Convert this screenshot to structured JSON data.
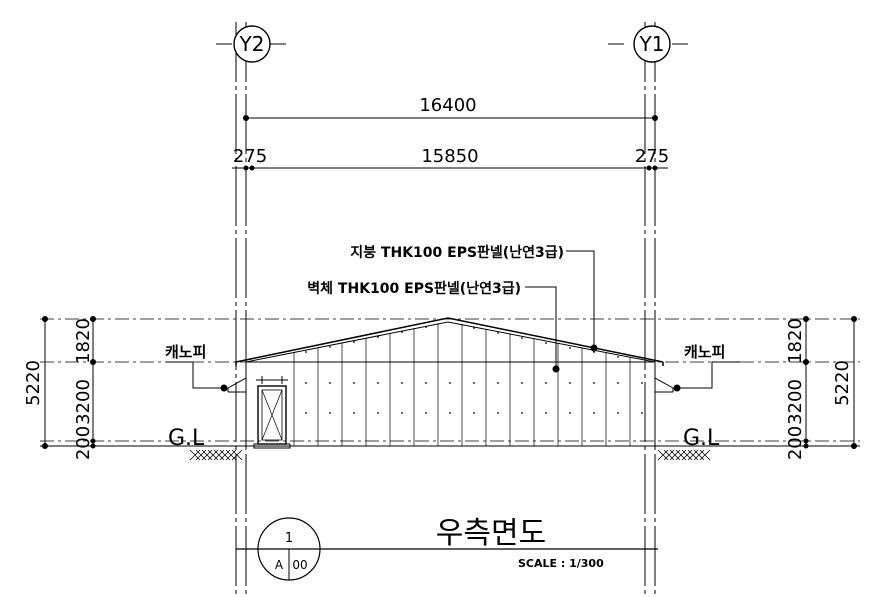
{
  "grid": {
    "left": "Y2",
    "right": "Y1"
  },
  "dimensions": {
    "overall": "16400",
    "left_offset": "275",
    "span": "15850",
    "right_offset": "275",
    "total_height": "5220",
    "roof_height": "1820",
    "wall_height": "3200",
    "base_height": "200"
  },
  "callouts": {
    "roof_panel": "지붕 THK100 EPS판넬(난연3급)",
    "wall_panel": "벽체 THK100 EPS판넬(난연3급)",
    "canopy_left": "캐노피",
    "canopy_right": "캐노피"
  },
  "ground": {
    "left_label": "G.L",
    "right_label": "G.L"
  },
  "title_block": {
    "drawing_number": "1",
    "sheet_letter": "A",
    "sheet_number": "00",
    "title": "우측면도",
    "scale": "SCALE : 1/300"
  }
}
